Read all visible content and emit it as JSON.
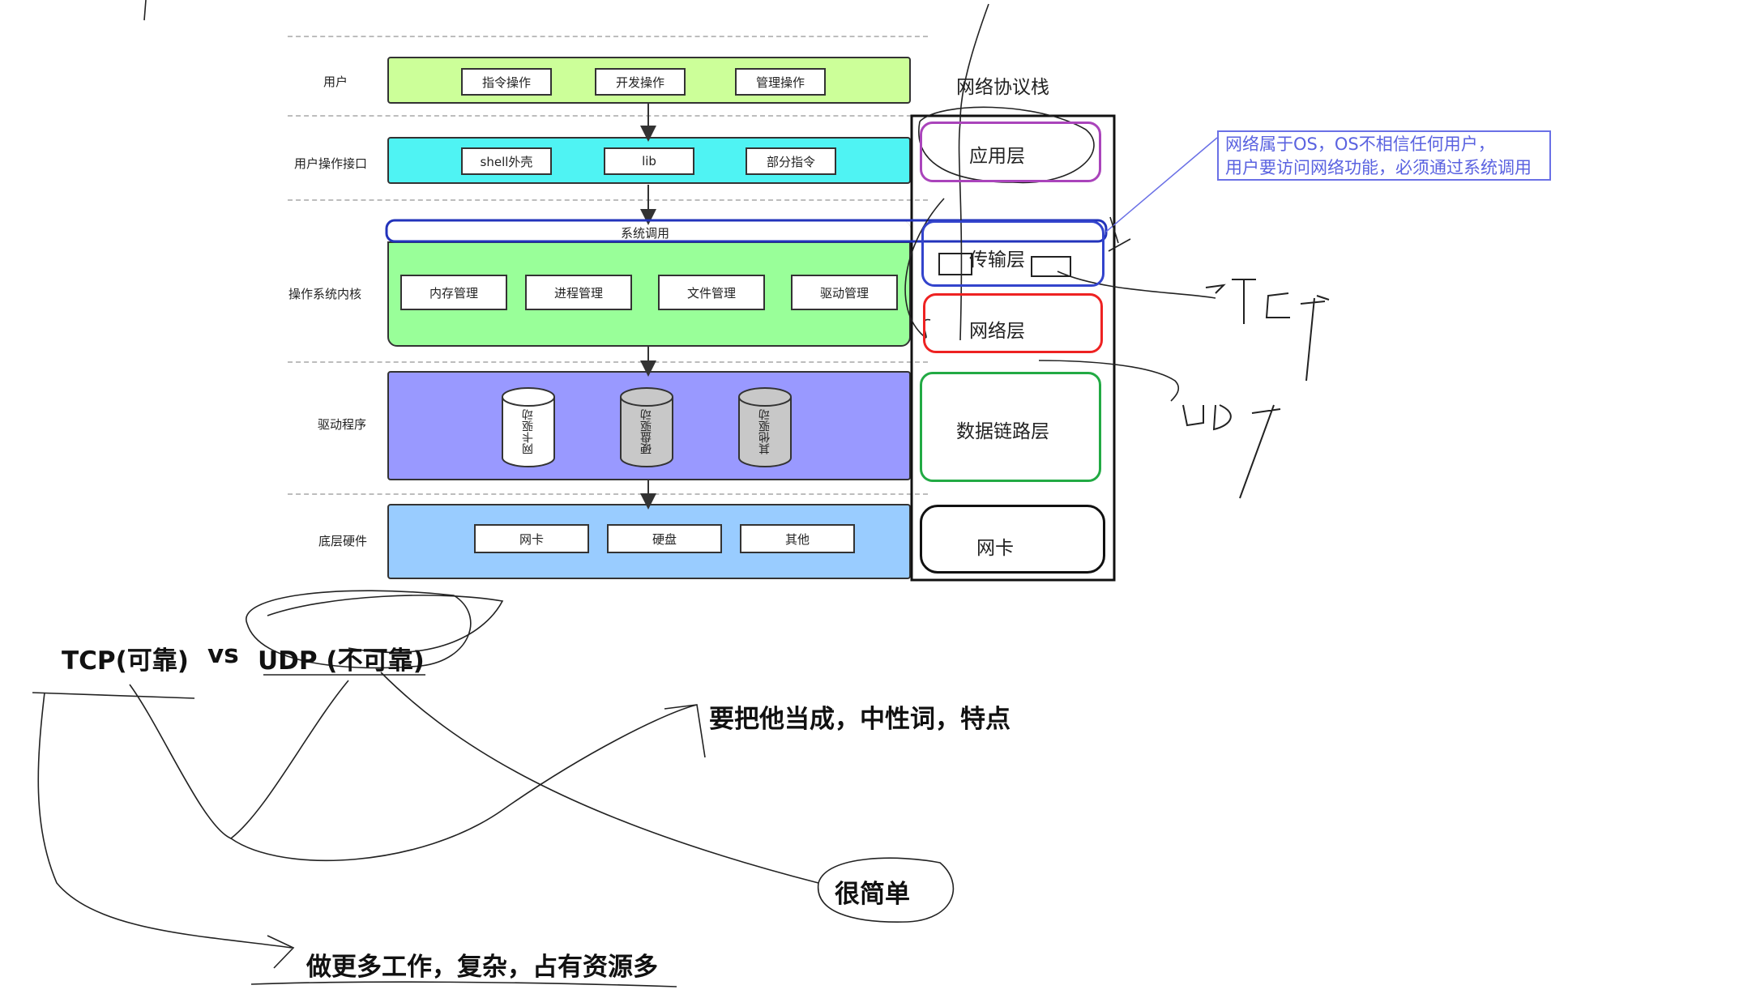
{
  "layers": {
    "user": "用户",
    "user_interface": "用户操作接口",
    "kernel": "操作系统内核",
    "driver": "驱动程序",
    "hardware": "底层硬件"
  },
  "user_ops": [
    "指令操作",
    "开发操作",
    "管理操作"
  ],
  "interface_items": [
    "shell外壳",
    "lib",
    "部分指令"
  ],
  "syscall": "系统调用",
  "kernel_items": [
    "内存管理",
    "进程管理",
    "文件管理",
    "驱动管理"
  ],
  "drivers": [
    "网卡驱动",
    "硬盘驱动",
    "其他驱动"
  ],
  "hardware_items": [
    "网卡",
    "硬盘",
    "其他"
  ],
  "protocol_stack": {
    "title": "网络协议栈",
    "layers": [
      "应用层",
      "传输层",
      "网络层",
      "数据链路层",
      "网卡"
    ]
  },
  "note": [
    "网络属于OS，OS不相信任何用户，",
    "用户要访问网络功能，必须通过系统调用"
  ],
  "handwriting": {
    "tcp": "TCP(可靠)",
    "vs": "vs",
    "udp": "UDP (不可靠)",
    "neutral": "要把他当成，中性词，特点",
    "simple": "很简单",
    "complex": "做更多工作，复杂，占有资源多"
  },
  "colors": {
    "user_band": "#ccff99",
    "interface_band": "#4ff3f3",
    "kernel_band": "#99ff99",
    "driver_band": "#9999ff",
    "hardware_band": "#99ccff",
    "app_layer": "#aa44bb",
    "transport_layer": "#3344cc",
    "network_layer": "#ee2222",
    "link_layer": "#22aa44",
    "note": "#5a62e0"
  }
}
